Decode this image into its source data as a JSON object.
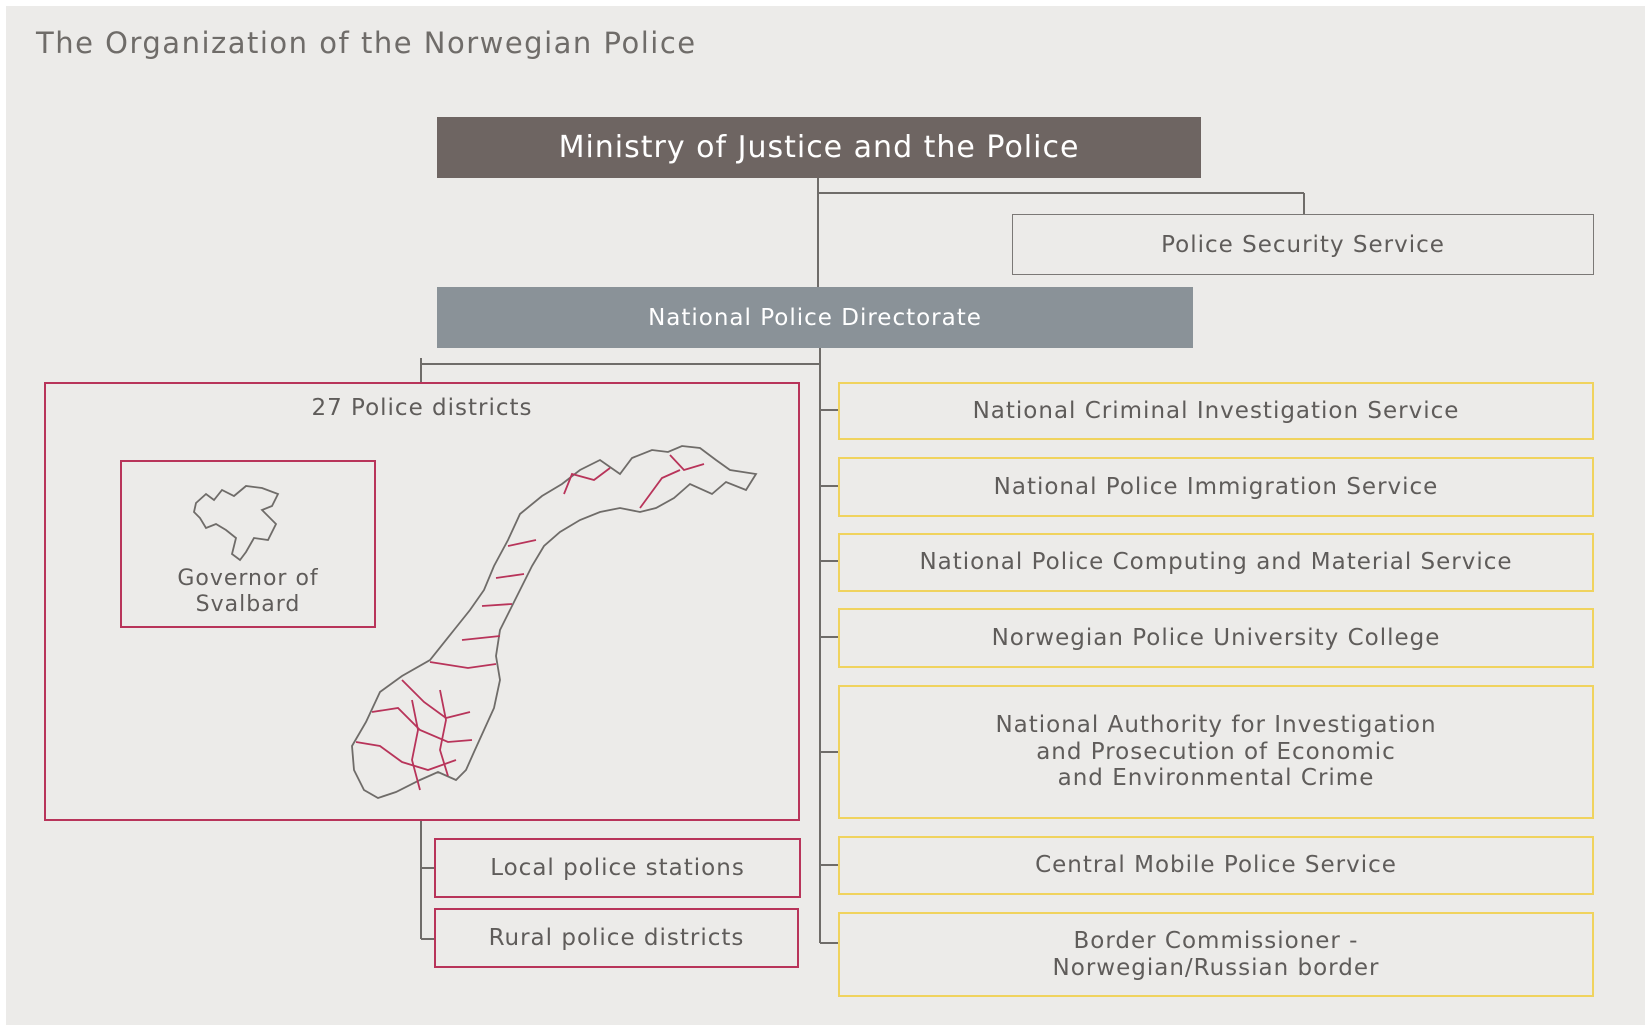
{
  "title": "The Organization of the Norwegian Police",
  "ministry": "Ministry of Justice and the Police",
  "security_service": "Police Security Service",
  "directorate": "National Police Directorate",
  "districts": {
    "label": "27 Police districts",
    "svalbard": "Governor of\nSvalbard",
    "local_stations": "Local police stations",
    "rural_districts": "Rural police districts"
  },
  "services": [
    "National Criminal Investigation Service",
    "National Police Immigration Service",
    "National Police Computing and Material Service",
    "Norwegian Police University College",
    "National Authority for Investigation\nand Prosecution of Economic\nand Environmental Crime",
    "Central Mobile Police Service",
    "Border Commissioner -\nNorwegian/Russian border"
  ],
  "colors": {
    "ministry_fill": "#6e6562",
    "directorate_fill": "#8a9298",
    "district_border": "#b8345a",
    "service_border": "#f0d35e",
    "connector": "#6f6c69"
  }
}
